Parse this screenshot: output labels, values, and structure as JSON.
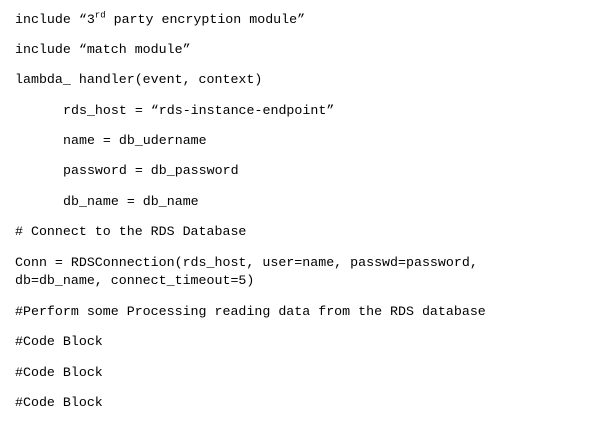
{
  "code": {
    "line1_pre": "include “3",
    "line1_sup": "rd",
    "line1_post": " party encryption module”",
    "line2": "include “match module”",
    "line3": "lambda_ handler(event, context)",
    "line4": "rds_host = “rds-instance-endpoint”",
    "line5": "name = db_udername",
    "line6": "password = db_password",
    "line7": "db_name = db_name",
    "line8": "# Connect to the RDS Database",
    "line9a": "Conn = RDSConnection(rds_host, user=name, passwd=password,",
    "line9b": "db=db_name, connect_timeout=5)",
    "line10": "#Perform some Processing reading data from the RDS database",
    "line11": "#Code Block",
    "line12": "#Code Block",
    "line13": "#Code Block"
  }
}
